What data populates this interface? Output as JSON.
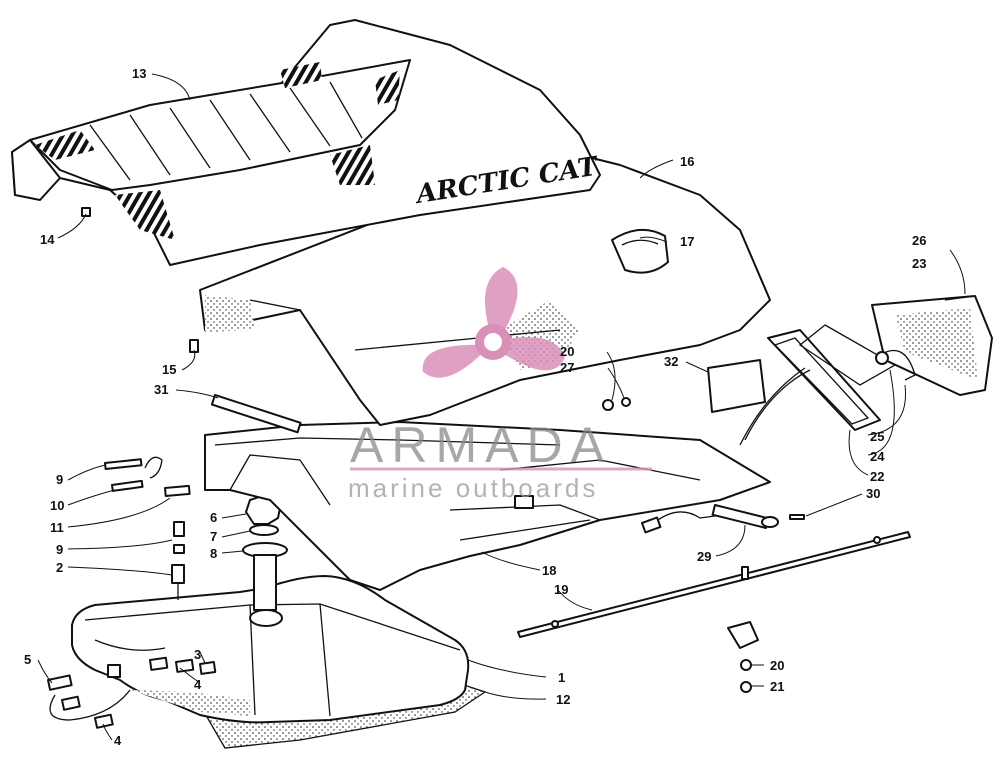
{
  "diagram": {
    "brand_decal": "ARCTIC CAT",
    "watermark": {
      "title": "ARMADA",
      "subtitle": "marine outboards",
      "logo_color": "#d98fb8",
      "text_color": "#8a8a8a"
    },
    "callouts": [
      {
        "id": "c13",
        "text": "13"
      },
      {
        "id": "c14",
        "text": "14"
      },
      {
        "id": "c15",
        "text": "15"
      },
      {
        "id": "c31",
        "text": "31"
      },
      {
        "id": "c16",
        "text": "16"
      },
      {
        "id": "c17",
        "text": "17"
      },
      {
        "id": "c26",
        "text": "26"
      },
      {
        "id": "c23",
        "text": "23"
      },
      {
        "id": "c20a",
        "text": "20"
      },
      {
        "id": "c27",
        "text": "27"
      },
      {
        "id": "c32",
        "text": "32"
      },
      {
        "id": "c25",
        "text": "25"
      },
      {
        "id": "c24",
        "text": "24"
      },
      {
        "id": "c22",
        "text": "22"
      },
      {
        "id": "c9a",
        "text": "9"
      },
      {
        "id": "c10",
        "text": "10"
      },
      {
        "id": "c11",
        "text": "11"
      },
      {
        "id": "c9b",
        "text": "9"
      },
      {
        "id": "c2",
        "text": "2"
      },
      {
        "id": "c6",
        "text": "6"
      },
      {
        "id": "c7",
        "text": "7"
      },
      {
        "id": "c8",
        "text": "8"
      },
      {
        "id": "c30",
        "text": "30"
      },
      {
        "id": "c29",
        "text": "29"
      },
      {
        "id": "c18",
        "text": "18"
      },
      {
        "id": "c19",
        "text": "19"
      },
      {
        "id": "c3",
        "text": "3"
      },
      {
        "id": "c5",
        "text": "5"
      },
      {
        "id": "c4a",
        "text": "4"
      },
      {
        "id": "c1",
        "text": "1"
      },
      {
        "id": "c12",
        "text": "12"
      },
      {
        "id": "c20b",
        "text": "20"
      },
      {
        "id": "c21",
        "text": "21"
      },
      {
        "id": "c4b",
        "text": "4"
      }
    ]
  }
}
